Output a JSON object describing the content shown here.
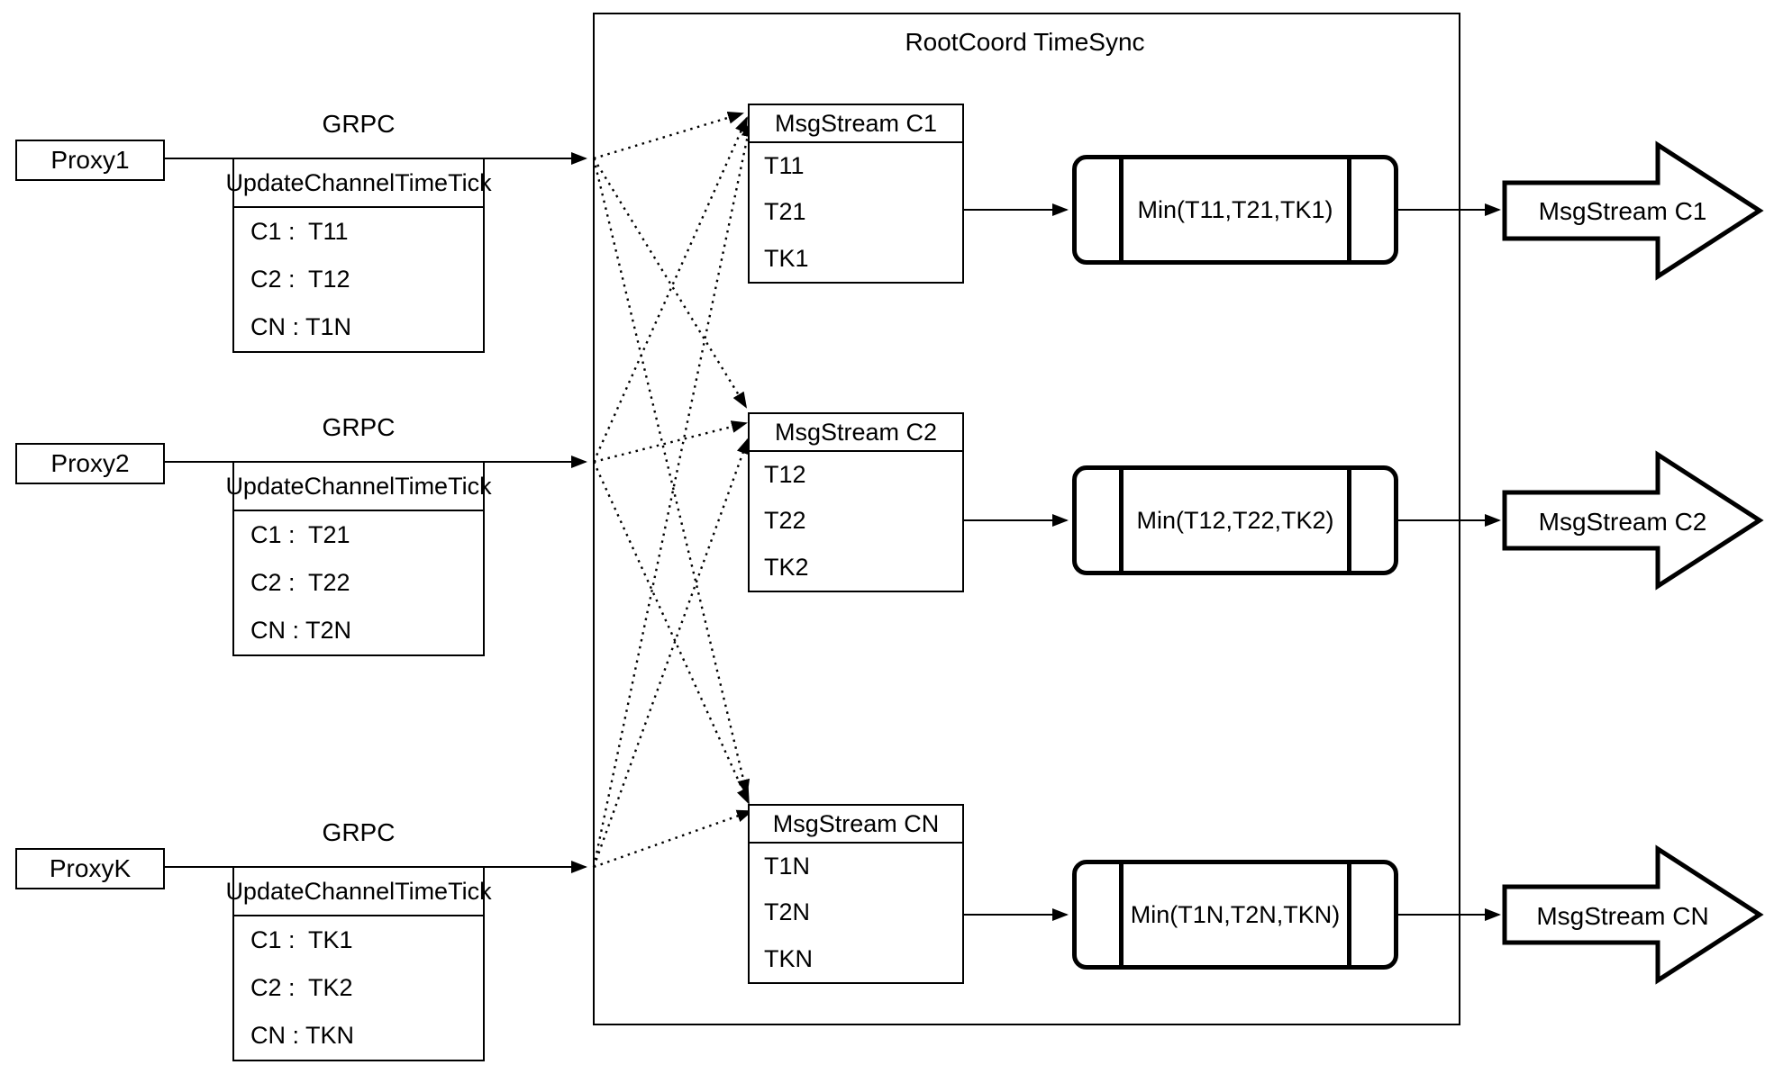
{
  "diagram": {
    "title": "RootCoord TimeSync",
    "colors": {
      "stroke": "#000000",
      "background": "#ffffff"
    },
    "groups": [
      {
        "proxy_label": "Proxy1",
        "grpc_label": "GRPC",
        "timetick_table": {
          "header": "UpdateChannelTimeTick",
          "rows": [
            "C1 :  T11",
            "C2 :  T12",
            "CN : T1N"
          ]
        },
        "msgstream_table": {
          "header": "MsgStream C1",
          "rows": [
            "T11",
            "T21",
            "TK1"
          ]
        },
        "min_label": "Min(T11,T21,TK1)",
        "output_label": "MsgStream C1"
      },
      {
        "proxy_label": "Proxy2",
        "grpc_label": "GRPC",
        "timetick_table": {
          "header": "UpdateChannelTimeTick",
          "rows": [
            "C1 :  T21",
            "C2 :  T22",
            "CN : T2N"
          ]
        },
        "msgstream_table": {
          "header": "MsgStream C2",
          "rows": [
            "T12",
            "T22",
            "TK2"
          ]
        },
        "min_label": "Min(T12,T22,TK2)",
        "output_label": "MsgStream C2"
      },
      {
        "proxy_label": "ProxyK",
        "grpc_label": "GRPC",
        "timetick_table": {
          "header": "UpdateChannelTimeTick",
          "rows": [
            "C1 :  TK1",
            "C2 :  TK2",
            "CN : TKN"
          ]
        },
        "msgstream_table": {
          "header": "MsgStream CN",
          "rows": [
            "T1N",
            "T2N",
            "TKN"
          ]
        },
        "min_label": "Min(T1N,T2N,TKN)",
        "output_label": "MsgStream CN"
      }
    ]
  }
}
